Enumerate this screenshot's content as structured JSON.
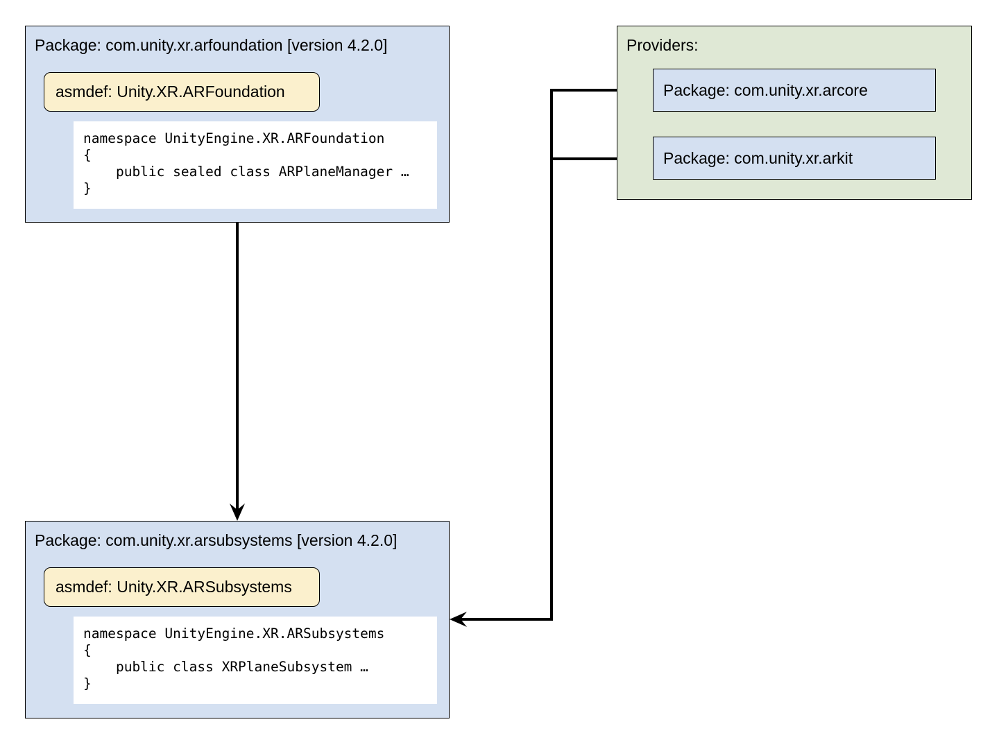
{
  "colors": {
    "package_fill": "#d4e0f1",
    "asmdef_fill": "#fbf0cd",
    "providers_fill": "#dfe8d5",
    "code_fill": "#ffffff",
    "line": "#000000"
  },
  "foundation": {
    "title": "Package: com.unity.xr.arfoundation [version 4.2.0]",
    "asmdef": "asmdef: Unity.XR.ARFoundation",
    "code": "namespace UnityEngine.XR.ARFoundation\n{\n    public sealed class ARPlaneManager …\n}"
  },
  "subsystems": {
    "title": "Package: com.unity.xr.arsubsystems [version 4.2.0]",
    "asmdef": "asmdef: Unity.XR.ARSubsystems",
    "code": "namespace UnityEngine.XR.ARSubsystems\n{\n    public class XRPlaneSubsystem …\n}"
  },
  "providers": {
    "title": "Providers:",
    "items": [
      {
        "label": "Package: com.unity.xr.arcore"
      },
      {
        "label": "Package: com.unity.xr.arkit"
      }
    ]
  },
  "edges": [
    {
      "from": "foundation",
      "to": "subsystems"
    },
    {
      "from": "providers",
      "to": "subsystems"
    }
  ]
}
